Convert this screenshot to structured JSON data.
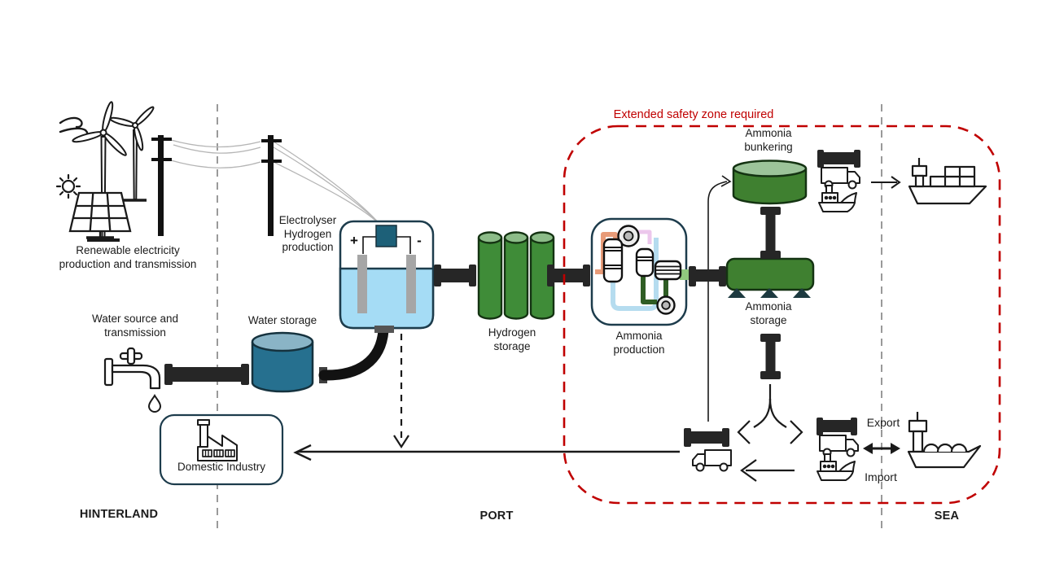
{
  "labels": {
    "renewable": "Renewable electricity\nproduction and transmission",
    "electrolyser": "Electrolyser\nHydrogen\nproduction",
    "water_source": "Water source and\ntransmission",
    "water_storage": "Water storage",
    "hydrogen_storage": "Hydrogen\nstorage",
    "ammonia_production": "Ammonia\nproduction",
    "ammonia_bunkering": "Ammonia\nbunkering",
    "ammonia_storage": "Ammonia\nstorage",
    "domestic_industry": "Domestic Industry",
    "export": "Export",
    "import": "Import"
  },
  "zones": {
    "hinterland": "HINTERLAND",
    "port": "PORT",
    "sea": "SEA"
  },
  "safety_zone": {
    "label": "Extended safety zone required"
  },
  "terminals": {
    "plus": "+",
    "minus": "-"
  },
  "colors": {
    "safety_red": "#C00000",
    "tank_green": "#3F8030",
    "tank_green_top": "#9CC49A",
    "hydrogen_green": "#3F8C38",
    "water_teal": "#26708F",
    "water_teal_top": "#8AB4C6",
    "electrolyte_blue": "#A5DCF5",
    "power_supply_teal": "#1D6078",
    "pipe_dark": "#262626",
    "boundary_gray": "#808080",
    "outline_dark": "#1D3C4C"
  }
}
